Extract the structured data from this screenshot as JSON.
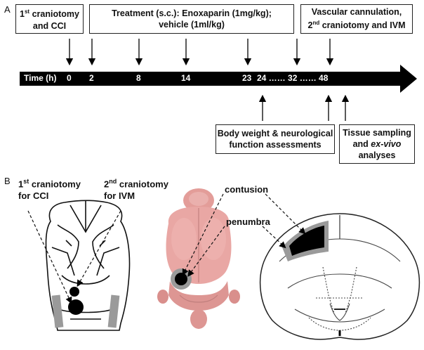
{
  "panel_a": {
    "label": "A",
    "box_craniotomy": {
      "line1_pre": "1",
      "line1_sup": "st",
      "line1_post": " craniotomy",
      "line2": "and CCI"
    },
    "box_treatment": {
      "line1": "Treatment (s.c.):  Enoxaparin (1mg/kg);",
      "line2": "vehicle (1ml/kg)"
    },
    "box_cannulation": {
      "line1": "Vascular cannulation,",
      "line2_pre": "2",
      "line2_sup": "nd",
      "line2_post": " craniotomy and IVM"
    },
    "timeline": {
      "time_label": "Time (h)",
      "ticks": [
        "0",
        "2",
        "8",
        "14",
        "23",
        "24 …… 32 …… 48"
      ]
    },
    "box_assessment": {
      "line1": "Body weight & neurological",
      "line2": "function assessments"
    },
    "box_tissue": {
      "line1": "Tissue sampling",
      "line2_pre": "and ",
      "line2_italic": "ex-vivo",
      "line3": "analyses"
    }
  },
  "panel_b": {
    "label": "B",
    "first_craniotomy": {
      "line1_pre": "1",
      "line1_sup": "st",
      "line1_post": " craniotomy",
      "line2": "for CCI"
    },
    "second_craniotomy": {
      "line1_pre": "2",
      "line1_sup": "nd",
      "line1_post": " craniotomy",
      "line2": "for IVM"
    },
    "contusion_label": "contusion",
    "penumbra_label": "penumbra"
  },
  "colors": {
    "arrow_bar": "#000000",
    "timeline_text": "#ffffff",
    "lesion_core": "#000000",
    "penumbra_ring": "#9a9a9a",
    "brain_pink": "#e9a7a4"
  }
}
